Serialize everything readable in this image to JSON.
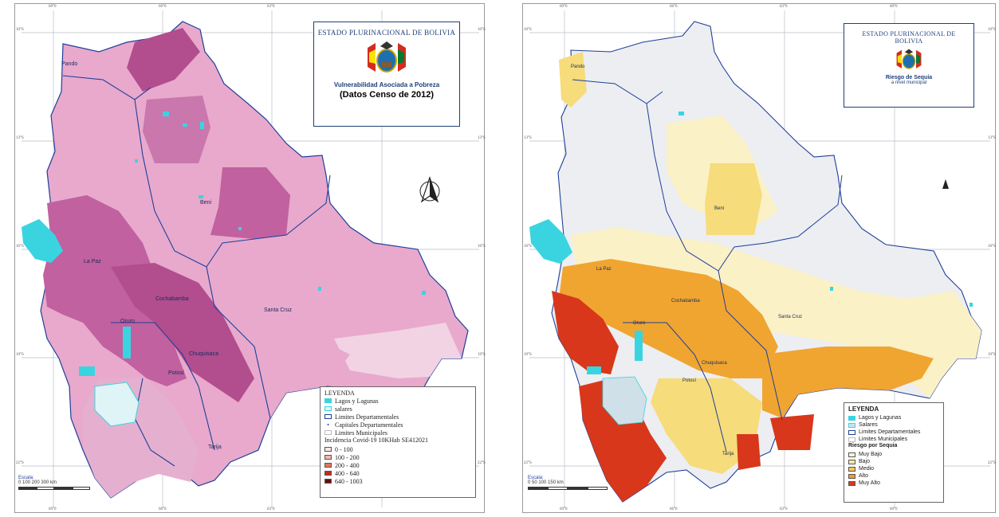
{
  "left_map": {
    "title": "ESTADO PLURINACIONAL DE BOLIVIA",
    "subtitle": "Vulnerabilidad Asociada a Pobreza",
    "subtitle2": "(Datos Censo de 2012)",
    "coords_top": [
      "69°0",
      "66°0",
      "63°0"
    ],
    "coords_bottom": [
      "69°0",
      "66°0",
      "63°0"
    ],
    "coords_left": [
      "10°S",
      "13°S",
      "16°S",
      "19°S",
      "22°S"
    ],
    "coords_right": [
      "10°S",
      "13°S",
      "16°S",
      "19°S",
      "22°S"
    ],
    "cities": {
      "pando": "Pando",
      "beni": "Beni",
      "la_paz": "La Paz",
      "cochabamba": "Cochabamba",
      "oruro": "Oruro",
      "santa_cruz": "Santa Cruz",
      "chuquisaca": "Chuquisaca",
      "potosi": "Potosí",
      "tarija": "Tarija"
    },
    "scale": {
      "label": "Escala:",
      "ticks": "0    100   200   300 km"
    },
    "legend": {
      "title": "LEYENDA",
      "lakes": "Lagos y Lagunas",
      "salt": "salares",
      "dept": "Limites Departamentales",
      "capitals": "Capitales Departamentales",
      "muni": "Limites Municipales",
      "incidence_title": "Incidencia Covid-19 10KHab SE412021",
      "classes": [
        "0 - 100",
        "100 - 200",
        "200 - 400",
        "400 - 640",
        "640 - 1003"
      ],
      "class_colors": [
        "#fbe9e7",
        "#f4b6a6",
        "#e9735a",
        "#c62a1c",
        "#6b0b08"
      ]
    }
  },
  "right_map": {
    "title": "ESTADO PLURINACIONAL DE BOLIVIA",
    "subtitle": "Riesgo de Sequía",
    "subtitle2": "a nivel municipal",
    "coords_top": [
      "69°0",
      "66°0",
      "63°0",
      "60°0"
    ],
    "coords_bottom": [
      "69°0",
      "66°0",
      "63°0",
      "60°0"
    ],
    "coords_left": [
      "10°S",
      "13°S",
      "16°S",
      "19°S",
      "22°S"
    ],
    "coords_right": [
      "10°S",
      "13°S",
      "16°S",
      "19°S",
      "22°S"
    ],
    "cities": {
      "pando": "Pando",
      "beni": "Beni",
      "la_paz": "La Paz",
      "cochabamba": "Cochabamba",
      "oruro": "Oruro",
      "santa_cruz": "Santa Cruz",
      "chuquisaca": "Chuquisaca",
      "potosi": "Potosí",
      "tarija": "Tarija"
    },
    "scale": {
      "label": "Escala:",
      "ticks": "0    50   100   150 km"
    },
    "legend": {
      "title": "LEYENDA",
      "lakes": "Lagos y Lagunas",
      "salt": "Salares",
      "dept": "Limites Departamentales",
      "muni": "Limites Municipales",
      "risk_title": "Riesgo por Sequia",
      "classes": [
        "Muy Bajo",
        "Bajo",
        "Medio",
        "Alto",
        "Muy Alto"
      ],
      "class_colors": [
        "#fdf6d8",
        "#f8e7a6",
        "#f3c75a",
        "#ef9d2a",
        "#d9391b"
      ]
    }
  },
  "colors": {
    "pink_light": "#e8a9cc",
    "pink_mid": "#d97fb5",
    "pink_dark": "#b24d8e",
    "pink_pale": "#f2d3e4",
    "lake": "#3ad4e0",
    "dept_border": "#1f3f9a",
    "grey_map": "#eceef2",
    "yellow_pale": "#fbf1c6",
    "yellow": "#f6dc7a",
    "orange": "#f0a531",
    "red": "#d8371b"
  }
}
